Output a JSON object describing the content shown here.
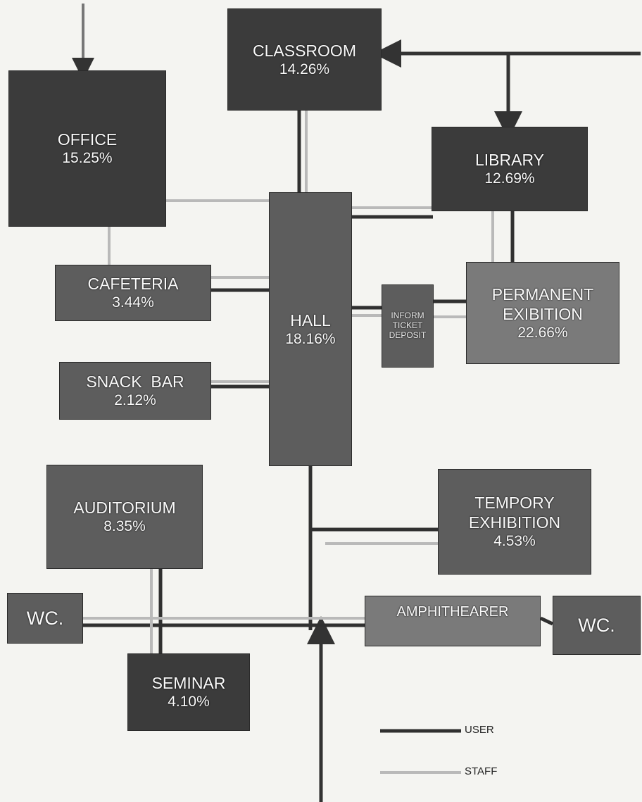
{
  "rooms": {
    "classroom": {
      "name": "CLASSROOM",
      "pct": "14.26%"
    },
    "office": {
      "name": "OFFICE",
      "pct": "15.25%"
    },
    "library": {
      "name": "LIBRARY",
      "pct": "12.69%"
    },
    "cafeteria": {
      "name": "CAFETERIA",
      "pct": "3.44%"
    },
    "hall": {
      "name": "HALL",
      "pct": "18.16%"
    },
    "info": {
      "line1": "INFORM",
      "line2": "TICKET",
      "line3": "DEPOSIT"
    },
    "permanent": {
      "name1": "PERMANENT",
      "name2": "EXIBITION",
      "pct": "22.66%"
    },
    "snack": {
      "name": "SNACK  BAR",
      "pct": "2.12%"
    },
    "auditorium": {
      "name": "AUDITORIUM",
      "pct": "8.35%"
    },
    "tempory": {
      "name1": "TEMPORY",
      "name2": "EXHIBITION",
      "pct": "4.53%"
    },
    "wc_left": {
      "name": "WC."
    },
    "amphi": {
      "name": "AMPHITHEARER"
    },
    "wc_right": {
      "name": "WC."
    },
    "seminar": {
      "name": "SEMINAR",
      "pct": "4.10%"
    }
  },
  "legend": {
    "user": "USER",
    "staff": "STAFF"
  },
  "colors": {
    "user_line": "#303030",
    "staff_line": "#b9b9b9"
  }
}
